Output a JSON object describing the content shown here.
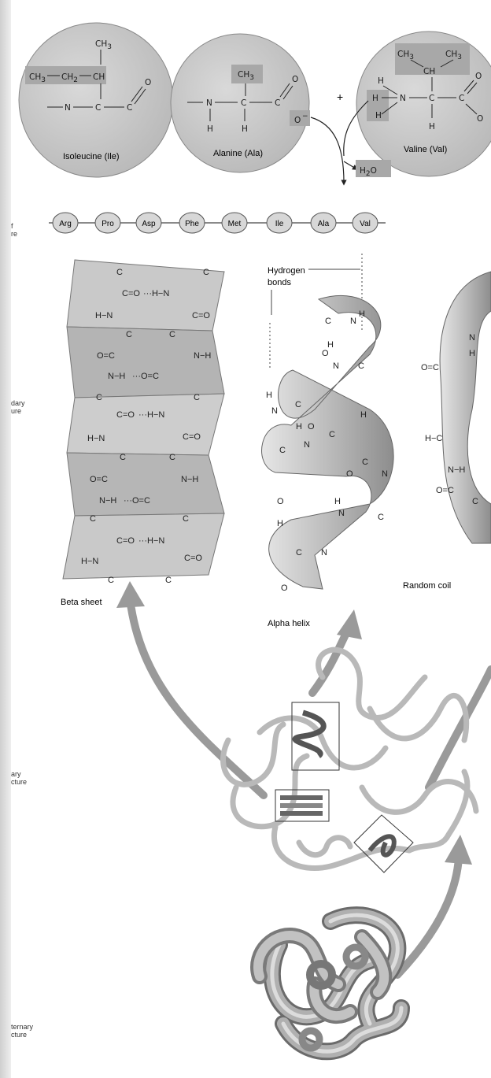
{
  "amino_acids": [
    {
      "label": "Isoleucine (Ile)",
      "side_chain": [
        "CH3",
        "CH3",
        "CH2",
        "CH"
      ]
    },
    {
      "label": "Alanine (Ala)",
      "side_chain": [
        "CH3"
      ]
    },
    {
      "label": "Valine (Val)",
      "side_chain": [
        "CH3",
        "CH3",
        "CH"
      ]
    }
  ],
  "plus_sign": "+",
  "water": "H2O",
  "primary_chain": [
    "Arg",
    "Pro",
    "Asp",
    "Phe",
    "Met",
    "Ile",
    "Ala",
    "Val"
  ],
  "secondary": {
    "beta_label": "Beta sheet",
    "alpha_label": "Alpha helix",
    "coil_label": "Random coil",
    "hbond_label_line1": "Hydrogen",
    "hbond_label_line2": "bonds"
  },
  "side_labels": {
    "primary": [
      "f",
      "re"
    ],
    "secondary": [
      "dary",
      "ure"
    ],
    "tertiary": [
      "ary",
      "cture"
    ],
    "quaternary": [
      "ternary",
      "cture"
    ]
  },
  "colors": {
    "circle_fill": "#c9c9c9",
    "side_chain_box": "#a8a8a8",
    "sheet_light": "#d4d4d4",
    "sheet_dark": "#b2b2b2",
    "ribbon": "#bdbdbd",
    "arrow": "#9a9a9a"
  }
}
